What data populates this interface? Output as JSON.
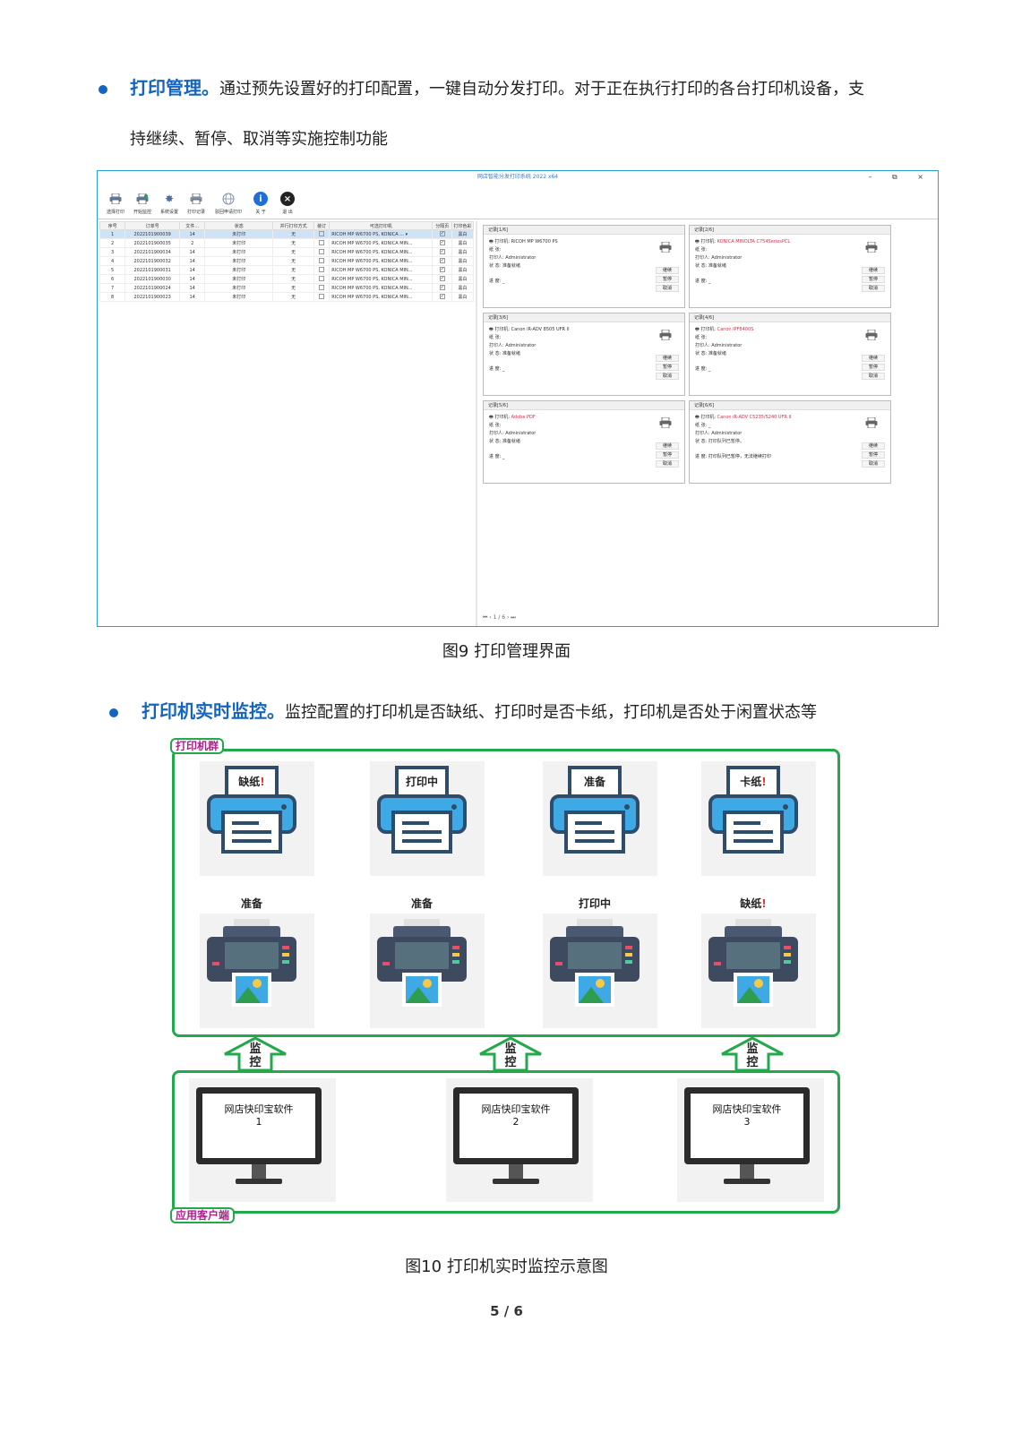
{
  "section1": {
    "keyword": "打印管理。",
    "line1": "通过预先设置好的打印配置，一键自动分发打印。对于正在执行打印的各台打印机设备，支",
    "line2": "持继续、暂停、取消等实施控制功能"
  },
  "screenshot": {
    "title": "网店智能分发打印系统 2022 x64",
    "window_controls": "– ⧉ ×",
    "toolbar": [
      {
        "label": "选择打印",
        "icon": "printer-icon"
      },
      {
        "label": "开始监控",
        "icon": "printer-monitor-icon"
      },
      {
        "label": "系统设置",
        "icon": "gear-icon"
      },
      {
        "label": "打印记录",
        "icon": "printer-log-icon"
      },
      {
        "label": "驳回申请打印",
        "icon": "globe-print-icon"
      },
      {
        "label": "关 于",
        "icon": "info-icon"
      },
      {
        "label": "退 出",
        "icon": "exit-icon"
      }
    ],
    "table": {
      "headers": [
        "序号",
        "订单号",
        "文件...",
        "状态",
        "并行打印方式",
        "装订",
        "可选打印机",
        "分隔页",
        "打印色彩"
      ],
      "rows": [
        {
          "no": "1",
          "order": "2022101900039",
          "files": "14",
          "status": "未打印",
          "mode": "无",
          "printer": "RICOH MP W6700 PS, KONICA ... ▾",
          "color": "黑白"
        },
        {
          "no": "2",
          "order": "2022101900035",
          "files": "2",
          "status": "未打印",
          "mode": "无",
          "printer": "RICOH MP W6700 PS, KONICA MIN...",
          "color": "黑白"
        },
        {
          "no": "3",
          "order": "2022101900034",
          "files": "14",
          "status": "未打印",
          "mode": "无",
          "printer": "RICOH MP W6700 PS, KONICA MIN...",
          "color": "黑白"
        },
        {
          "no": "4",
          "order": "2022101900032",
          "files": "14",
          "status": "未打印",
          "mode": "无",
          "printer": "RICOH MP W6700 PS, KONICA MIN...",
          "color": "黑白"
        },
        {
          "no": "5",
          "order": "2022101900031",
          "files": "14",
          "status": "未打印",
          "mode": "无",
          "printer": "RICOH MP W6700 PS, KONICA MIN...",
          "color": "黑白"
        },
        {
          "no": "6",
          "order": "2022101900030",
          "files": "14",
          "status": "未打印",
          "mode": "无",
          "printer": "RICOH MP W6700 PS, KONICA MIN...",
          "color": "黑白"
        },
        {
          "no": "7",
          "order": "2022101900024",
          "files": "14",
          "status": "未打印",
          "mode": "无",
          "printer": "RICOH MP W6700 PS, KONICA MIN...",
          "color": "黑白"
        },
        {
          "no": "8",
          "order": "2022101900023",
          "files": "14",
          "status": "未打印",
          "mode": "无",
          "printer": "RICOH MP W6700 PS, KONICA MIN...",
          "color": "黑白"
        }
      ]
    },
    "cards": [
      {
        "header": "记录[1/6]",
        "printer_label": "打印机:",
        "printer": "RICOH MP W6700 PS",
        "printer_red": false,
        "paper": "纸 张:",
        "user": "打印人: Administrator",
        "state": "状 态: 准备就绪",
        "progress": "进 度: _"
      },
      {
        "header": "记录[2/6]",
        "printer_label": "打印机:",
        "printer": "KONICA MINOLTA C754SeriesPCL",
        "printer_red": true,
        "paper": "纸 张:",
        "user": "打印人: Administrator",
        "state": "状 态: 准备就绪",
        "progress": "进 度: _"
      },
      {
        "header": "记录[3/6]",
        "printer_label": "打印机:",
        "printer": "Canon iR-ADV 8505 UFR II",
        "printer_red": false,
        "paper": "纸 张:",
        "user": "打印人: Administrator",
        "state": "状 态: 准备就绪",
        "progress": "进 度: _"
      },
      {
        "header": "记录[4/6]",
        "printer_label": "打印机:",
        "printer": "Canon iPF8400S",
        "printer_red": true,
        "paper": "纸 张:",
        "user": "打印人: Administrator",
        "state": "状 态: 准备就绪",
        "progress": "进 度: _"
      },
      {
        "header": "记录[5/6]",
        "printer_label": "打印机:",
        "printer": "Adobe PDF",
        "printer_red": true,
        "paper": "纸 张:",
        "user": "打印人: Administrator",
        "state": "状 态: 准备就绪",
        "progress": "进 度: _"
      },
      {
        "header": "记录[6/6]",
        "printer_label": "打印机:",
        "printer": "Canon iR-ADV C5235/5240 UFR II",
        "printer_red": true,
        "paper": "纸 张: _",
        "user": "打印人: Administrator",
        "state": "状 态: 打印队列已暂停。",
        "progress": "进 度: 打印队列已暂停，无法继续打印"
      }
    ],
    "card_buttons": [
      "继续",
      "暂停",
      "取消"
    ],
    "pager": "⏮ ‹ 1 / 6 › ⏭"
  },
  "caption1": "图9  打印管理界面",
  "section2": {
    "keyword": "打印机实时监控。",
    "text": "监控配置的打印机是否缺纸、打印时是否卡纸，打印机是否处于闲置状态等"
  },
  "diagram": {
    "group_top": "打印机群",
    "group_bottom": "应用客户端",
    "top_row": [
      {
        "label": "缺纸",
        "alert": "!"
      },
      {
        "label": "打印中",
        "alert": ""
      },
      {
        "label": "准备",
        "alert": ""
      },
      {
        "label": "卡纸",
        "alert": "!"
      }
    ],
    "bottom_row": [
      {
        "label": "准备",
        "alert": ""
      },
      {
        "label": "准备",
        "alert": ""
      },
      {
        "label": "打印中",
        "alert": ""
      },
      {
        "label": "缺纸",
        "alert": "!"
      }
    ],
    "arrow_label_1": "监",
    "arrow_label_2": "控",
    "clients": [
      {
        "name": "网店快印宝软件",
        "num": "1"
      },
      {
        "name": "网店快印宝软件",
        "num": "2"
      },
      {
        "name": "网店快印宝软件",
        "num": "3"
      }
    ]
  },
  "caption2": "图10  打印机实时监控示意图",
  "page_number": "5 / 6"
}
